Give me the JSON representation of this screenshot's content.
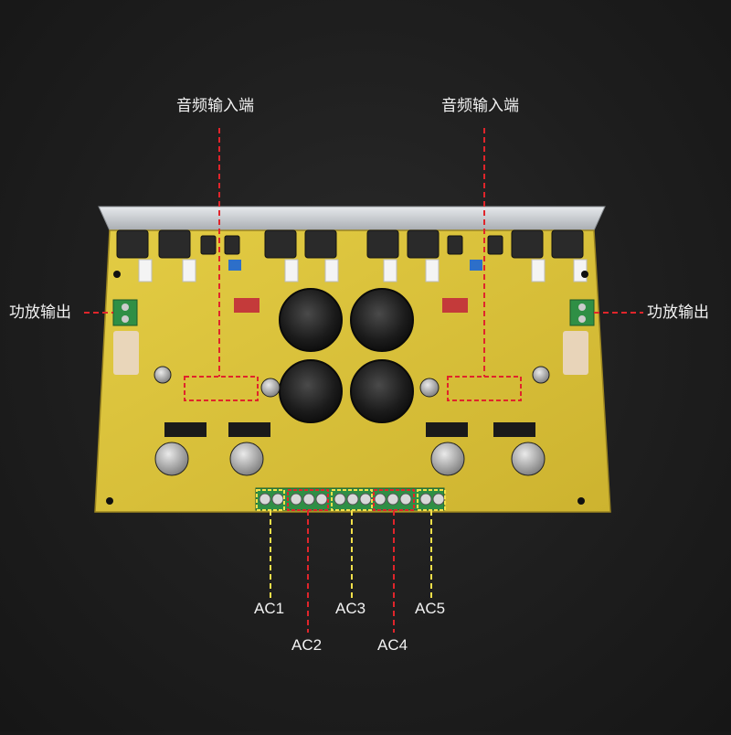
{
  "labels": {
    "audio_input_left": "音频输入端",
    "audio_input_right": "音频输入端",
    "amp_output_left": "功放输出",
    "amp_output_right": "功放输出",
    "ac1": "AC1",
    "ac2": "AC2",
    "ac3": "AC3",
    "ac4": "AC4",
    "ac5": "AC5"
  },
  "colors": {
    "background": "#1e1e1e",
    "board": "#d9c23a",
    "heatsink": "#c9cdd2",
    "red_marker": "#e0252b",
    "yellow_marker": "#f4e04a",
    "terminal_green": "#2f8f45",
    "capacitor": "#2b2b2b",
    "label_text": "#f2f2f2"
  }
}
